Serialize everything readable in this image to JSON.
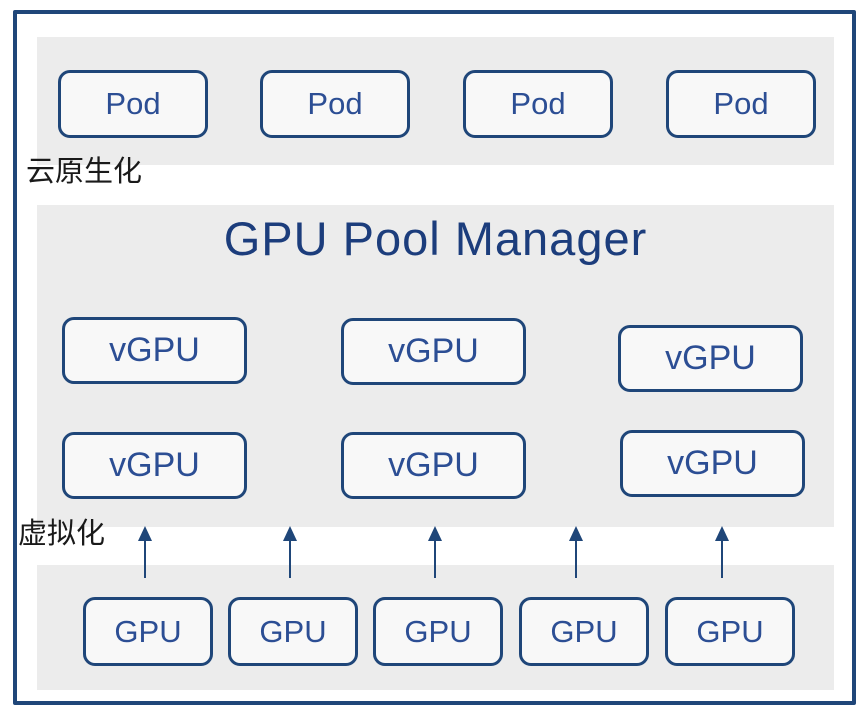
{
  "labels": {
    "cloud_native": "云原生化",
    "virtualization": "虚拟化"
  },
  "pool": {
    "title": "GPU Pool Manager"
  },
  "pods": [
    "Pod",
    "Pod",
    "Pod",
    "Pod"
  ],
  "vgpu_rows": [
    [
      "vGPU",
      "vGPU",
      "vGPU"
    ],
    [
      "vGPU",
      "vGPU",
      "vGPU"
    ]
  ],
  "gpus": [
    "GPU",
    "GPU",
    "GPU",
    "GPU",
    "GPU"
  ],
  "colors": {
    "navy_border": "#1F4679",
    "blue_text": "#2C4E94",
    "title_blue": "#1C3D7C",
    "band_gray": "#ECECEC",
    "box_fill": "#F8F8F8",
    "label_black": "#1A1A1A"
  }
}
